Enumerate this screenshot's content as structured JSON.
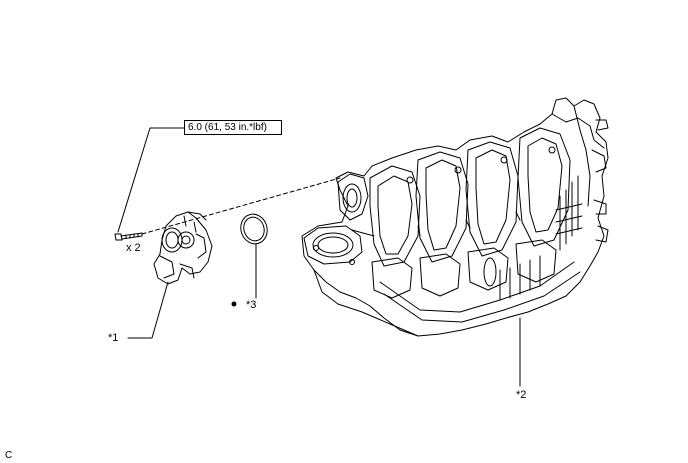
{
  "torque_spec": "6.0 (61, 53 in.*lbf)",
  "bolt_quantity": "x 2",
  "callouts": {
    "throttle_body": "*1",
    "intake_manifold": "*2",
    "gasket": "*3"
  },
  "figure_code": "C",
  "icons": {
    "bolt": "bolt-icon",
    "gasket": "gasket-ring-icon",
    "replace_part_marker": "filled-circle-icon"
  }
}
